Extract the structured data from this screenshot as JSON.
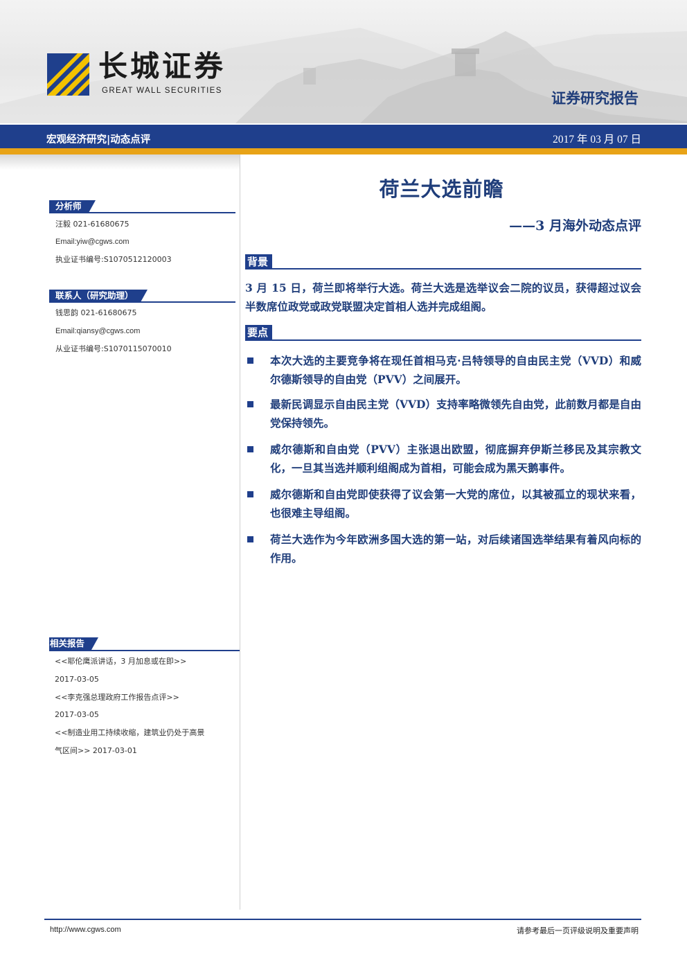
{
  "header": {
    "logo_cn": "长城证券",
    "logo_en": "GREAT WALL SECURITIES",
    "report_type": "证券研究报告",
    "section_label": "宏观经济研究|动态点评",
    "date": "2017 年 03 月 07 日"
  },
  "sidebar": {
    "analyst": {
      "heading": "分析师",
      "lines": [
        "汪毅 021-61680675",
        "Email:yiw@cgws.com",
        "执业证书编号:S1070512120003"
      ]
    },
    "contact": {
      "heading": "联系人（研究助理）",
      "lines": [
        "钱思韵 021-61680675",
        "Email:qiansy@cgws.com",
        "从业证书编号:S1070115070010"
      ]
    },
    "related": {
      "heading": "相关报告",
      "lines": [
        "<<耶伦鹰派讲话，3 月加息或在即>>",
        "2017-03-05",
        "<<李克强总理政府工作报告点评>>",
        "2017-03-05",
        "<<制造业用工持续收缩，建筑业仍处于高景",
        "气区间>> 2017-03-01"
      ]
    }
  },
  "main": {
    "title": "荷兰大选前瞻",
    "subtitle": "——3 月海外动态点评",
    "background_heading": "背景",
    "background_text": "3 月 15 日，荷兰即将举行大选。荷兰大选是选举议会二院的议员，获得超过议会半数席位政党或政党联盟决定首相人选并完成组阁。",
    "points_heading": "要点",
    "points": [
      "本次大选的主要竞争将在现任首相马克·吕特领导的自由民主党（VVD）和威尔德斯领导的自由党（PVV）之间展开。",
      "最新民调显示自由民主党（VVD）支持率略微领先自由党，此前数月都是自由党保持领先。",
      "威尔德斯和自由党（PVV）主张退出欧盟，彻底摒弃伊斯兰移民及其宗教文化，一旦其当选并顺利组阁成为首相，可能会成为黑天鹅事件。",
      "威尔德斯和自由党即使获得了议会第一大党的席位，以其被孤立的现状来看，也很难主导组阁。",
      "荷兰大选作为今年欧洲多国大选的第一站，对后续诸国选举结果有着风向标的作用。"
    ]
  },
  "footer": {
    "url": "http://www.cgws.com",
    "note": "请参考最后一页评级说明及重要声明"
  },
  "colors": {
    "brand_blue": "#1f3f8c",
    "text_blue": "#1f3d7a",
    "gold": "#e8a317"
  }
}
